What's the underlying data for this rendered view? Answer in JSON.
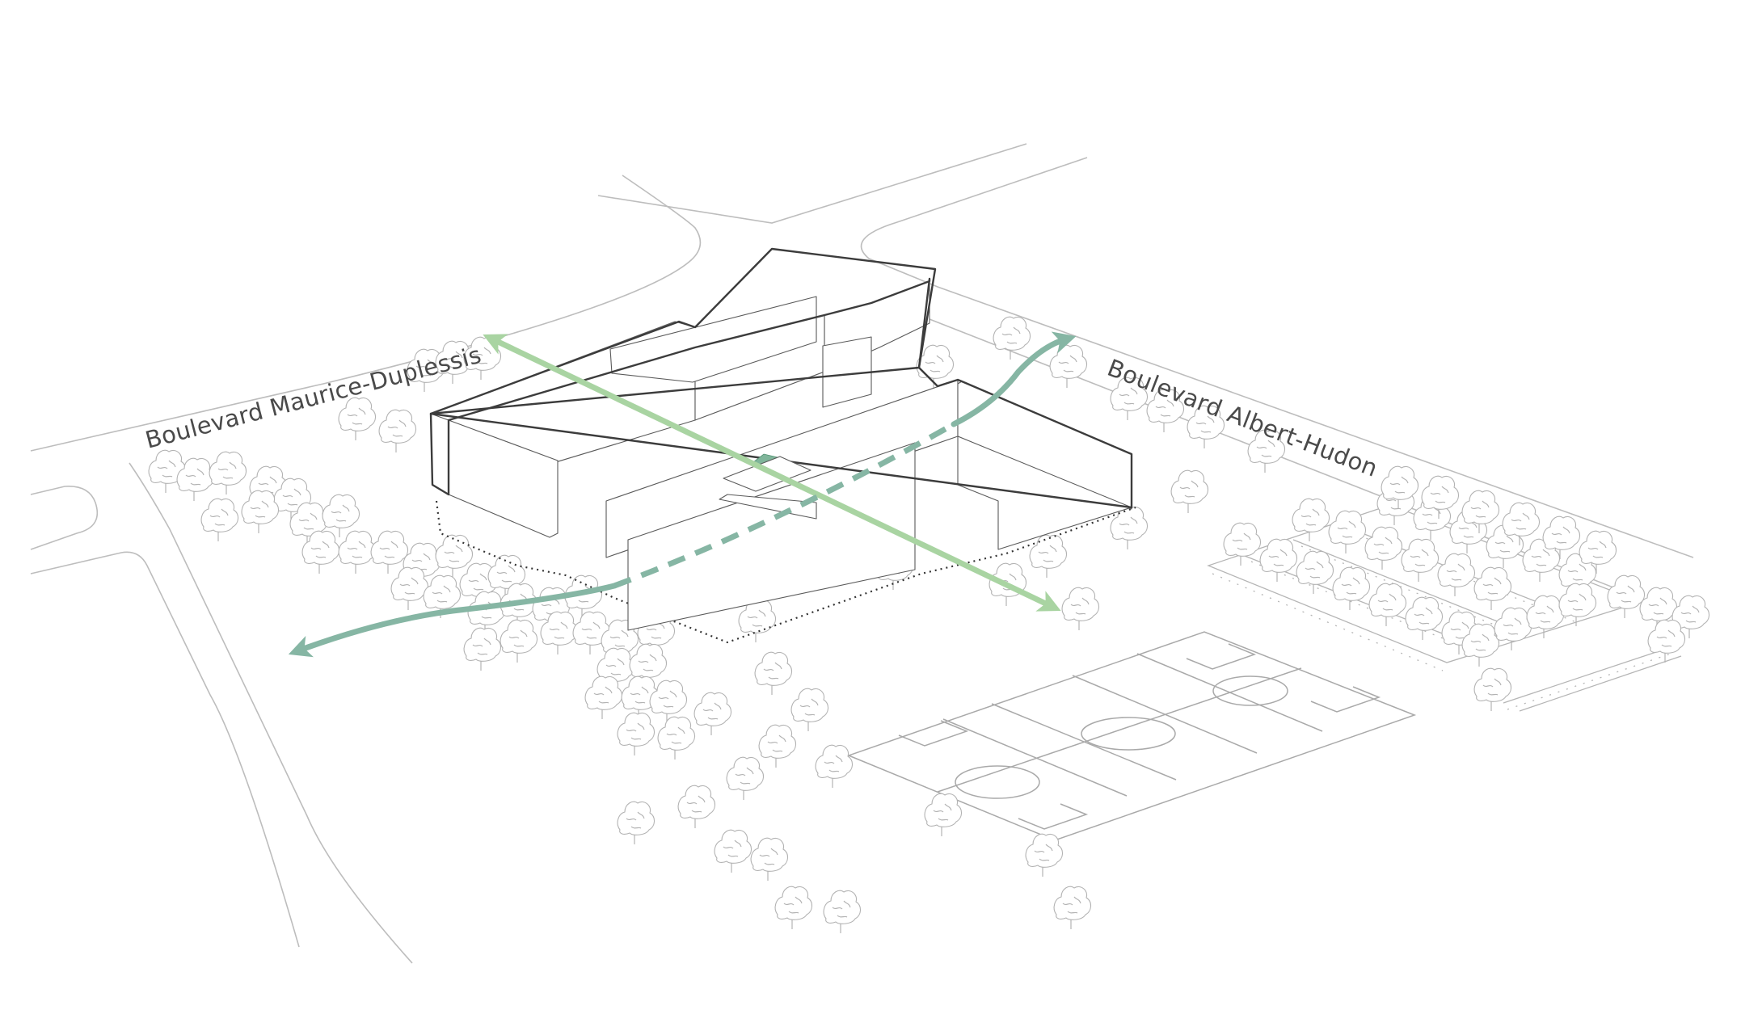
{
  "title": "",
  "street_labels": [
    {
      "id": "maurice",
      "text": "Boulevard Maurice-Duplessis"
    },
    {
      "id": "albert",
      "text": "Boulevard Albert-Hudon"
    }
  ],
  "colors": {
    "axis_light": "#a9d4a2",
    "axis_dark": "#86b6a4",
    "tree_stroke": "#b3b3b3",
    "building_outline": "#3c3c3c",
    "road": "#bdbdbd",
    "courtyard": "#7fb59a"
  },
  "icons": [
    "tree-icon",
    "arrow-icon"
  ]
}
